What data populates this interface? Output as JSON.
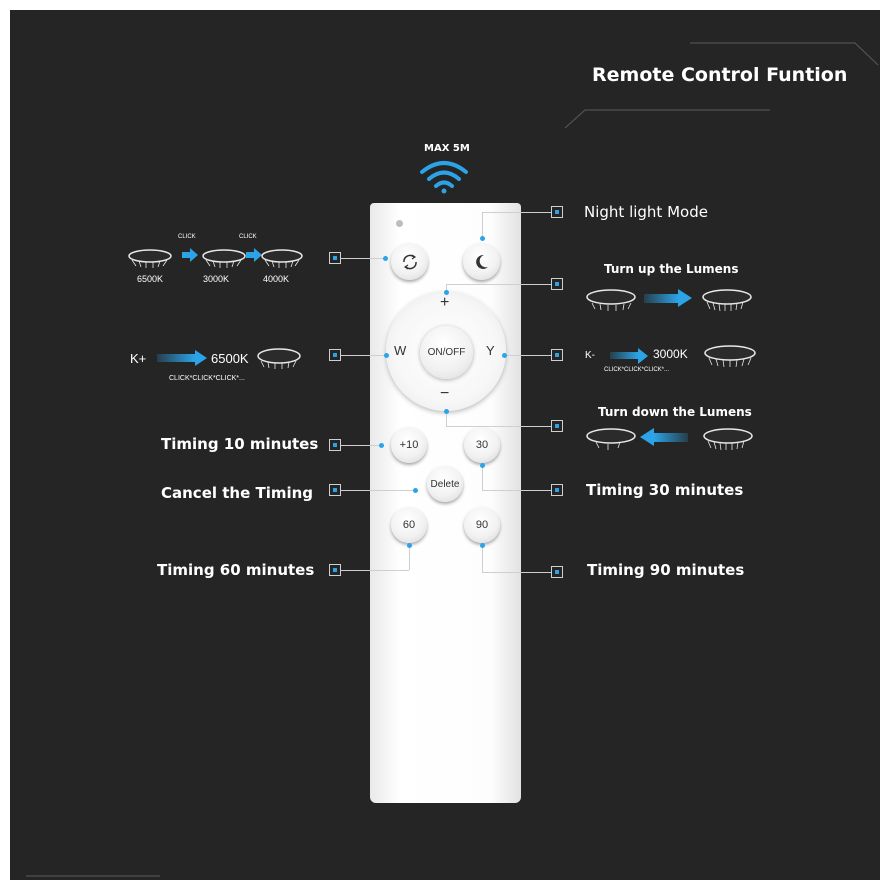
{
  "header": {
    "title": "Remote Control Funtion",
    "range_label": "MAX 5M"
  },
  "remote": {
    "dial_center": "ON/OFF",
    "dial_left": "W",
    "dial_right": "Y",
    "dial_top": "+",
    "dial_bottom": "−",
    "btn_plus10": "+10",
    "btn_30": "30",
    "btn_delete": "Delete",
    "btn_60": "60",
    "btn_90": "90"
  },
  "left": {
    "cct_cycle": {
      "temps": [
        "6500K",
        "3000K",
        "4000K"
      ],
      "click_labels": [
        "CLICK",
        "CLICK"
      ]
    },
    "kplus": {
      "label": "K+",
      "temp": "6500K",
      "note": "CLICK*CLICK*CLICK*..."
    },
    "timing10": "Timing 10 minutes",
    "cancel": "Cancel the Timing",
    "timing60": "Timing 60 minutes"
  },
  "right": {
    "night": "Night light Mode",
    "turn_up": "Turn up the Lumens",
    "kminus": {
      "label": "K-",
      "temp": "3000K",
      "note": "CLICK*CLICK*CLICK*..."
    },
    "turn_down": "Turn down the Lumens",
    "timing30": "Timing 30 minutes",
    "timing90": "Timing 90 minutes"
  },
  "colors": {
    "background": "#252525",
    "accent": "#2ba3e6",
    "remote_body": "#f8f8f8",
    "line": "#cfcfcf"
  },
  "icons": [
    "wifi-icon",
    "cycle-icon",
    "moon-icon",
    "ceiling-lamp-icon",
    "arrow-right-icon",
    "arrow-left-icon"
  ]
}
